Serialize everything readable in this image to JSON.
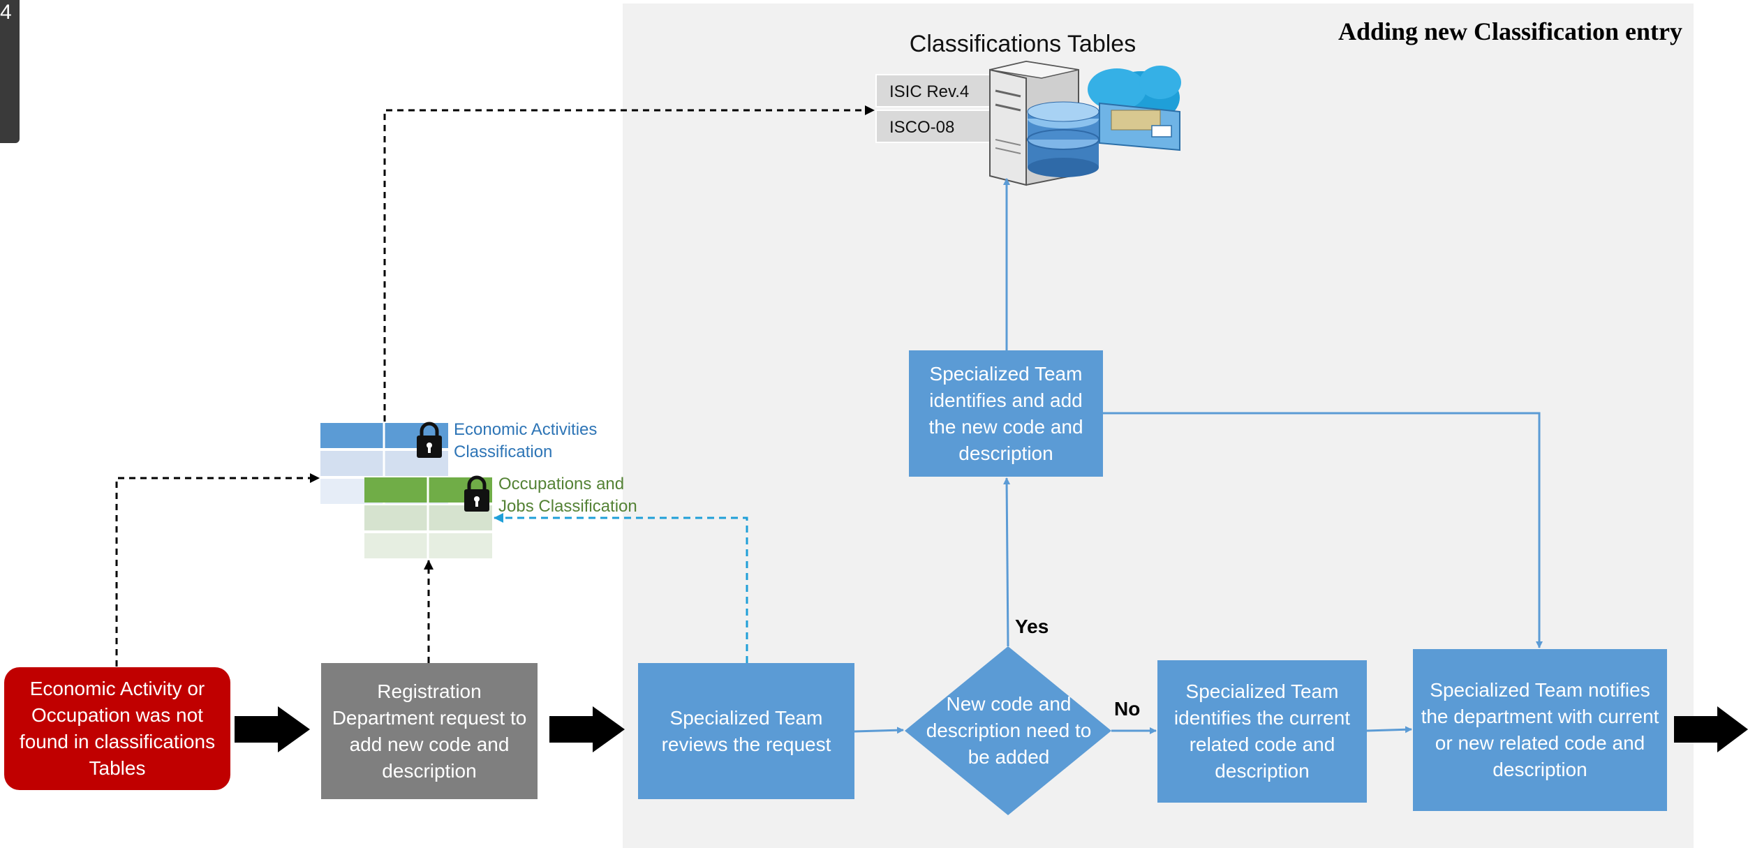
{
  "corner_tab": {
    "text": "4"
  },
  "title": "Adding new Classification entry",
  "db": {
    "title": "Classifications Tables",
    "rows": [
      "ISIC Rev.4",
      "ISCO-08"
    ]
  },
  "tables": {
    "economic_label": "Economic Activities Classification",
    "occupation_label": "Occupations and Jobs Classification"
  },
  "nodes": {
    "start": "Economic Activity or Occupation was not found in classifications Tables",
    "registration": "Registration Department request to add new code and description",
    "review": "Specialized Team reviews the request",
    "decision": "New code and description need to be added",
    "add_new": "Specialized Team identifies and add the new code and description",
    "identify_current": "Specialized Team identifies the current related code and description",
    "notify": "Specialized Team notifies the department with current or new related code and description"
  },
  "edges": {
    "yes": "Yes",
    "no": "No"
  },
  "colors": {
    "panel": "#f1f1f1",
    "process_blue": "#5b9bd5",
    "grey": "#7f7f7f",
    "start_red": "#c00000",
    "economic_blue": "#2e75b6",
    "occupation_green": "#548235",
    "dashed_blue": "#1f9fd8"
  },
  "icons": [
    "server-icon",
    "database-icon",
    "cloud-icon",
    "file-cabinet-icon",
    "lock-icon"
  ]
}
